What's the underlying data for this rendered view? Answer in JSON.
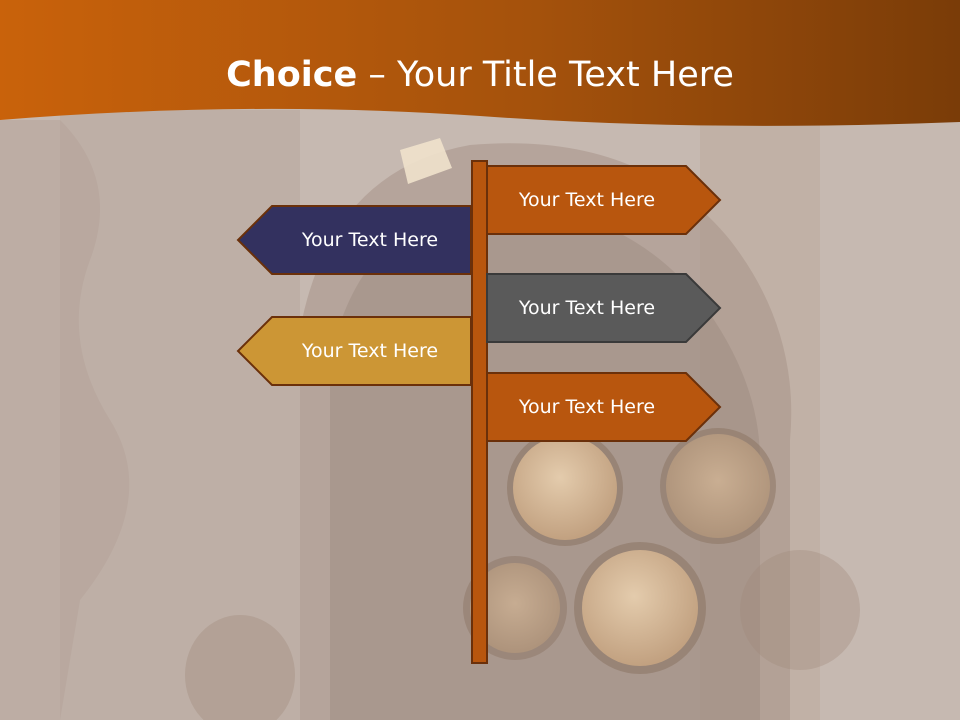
{
  "slide": {
    "title_bold": "Choice",
    "title_rest": " – Your Title Text Here"
  },
  "colors": {
    "header_orange": "#b45a0c",
    "header_dark": "#7a3c08",
    "background": "#c7bab3",
    "pole": "#b8560e",
    "sign_orange": "#b8560e",
    "sign_navy": "#33315f",
    "sign_gray": "#5a5a5a",
    "sign_gold": "#cc9635",
    "border": "#6b300a"
  },
  "signs": [
    {
      "label": "Your Text Here",
      "direction": "right",
      "color": "orange"
    },
    {
      "label": "Your Text Here",
      "direction": "left",
      "color": "navy"
    },
    {
      "label": "Your Text Here",
      "direction": "right",
      "color": "gray"
    },
    {
      "label": "Your Text Here",
      "direction": "left",
      "color": "gold"
    },
    {
      "label": "Your Text Here",
      "direction": "right",
      "color": "orange"
    }
  ]
}
